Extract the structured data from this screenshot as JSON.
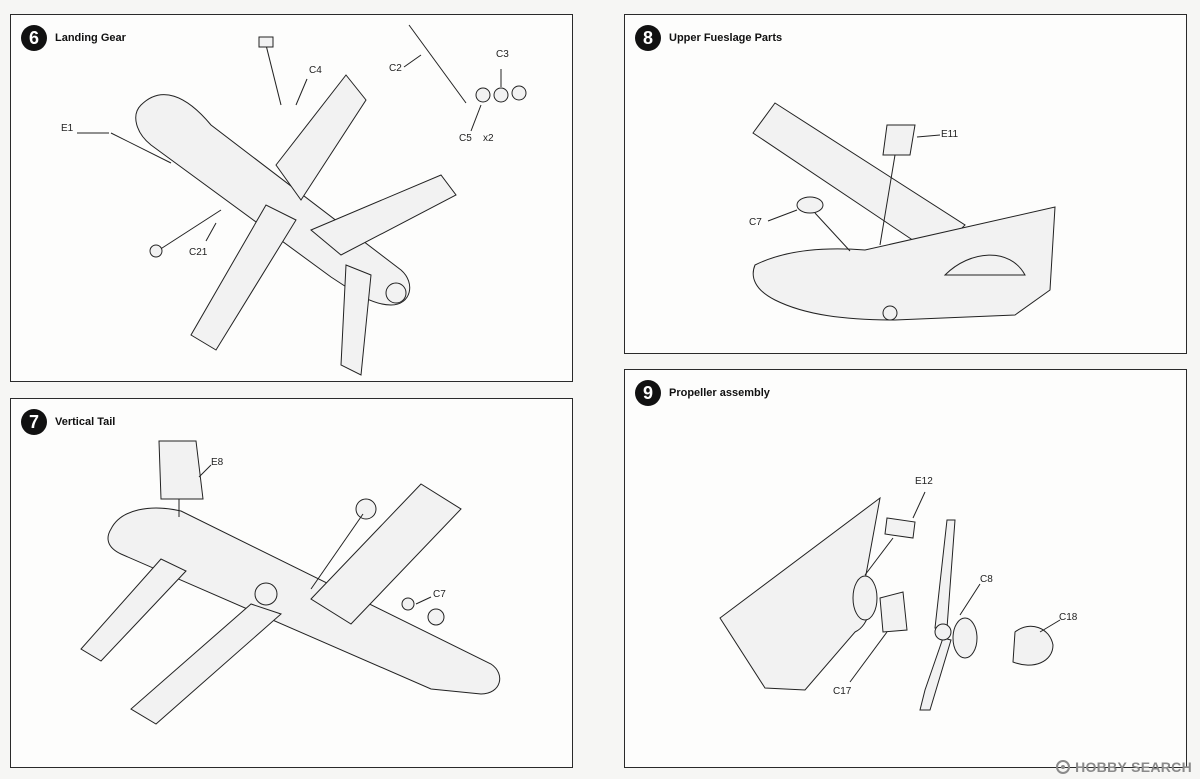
{
  "steps": [
    {
      "number": "6",
      "title": "Landing Gear",
      "labels": [
        "C2",
        "C3",
        "C4",
        "E1",
        "C5",
        "x2",
        "C21"
      ]
    },
    {
      "number": "7",
      "title": "Vertical Tail",
      "labels": [
        "E8",
        "C7"
      ]
    },
    {
      "number": "8",
      "title": "Upper Fueslage Parts",
      "labels": [
        "E11",
        "C7"
      ]
    },
    {
      "number": "9",
      "title": "Propeller assembly",
      "labels": [
        "E12",
        "C8",
        "C18",
        "C17"
      ]
    }
  ],
  "watermark": {
    "text": "HOBBY SEARCH",
    "icon": "hobby-search-logo-icon"
  }
}
